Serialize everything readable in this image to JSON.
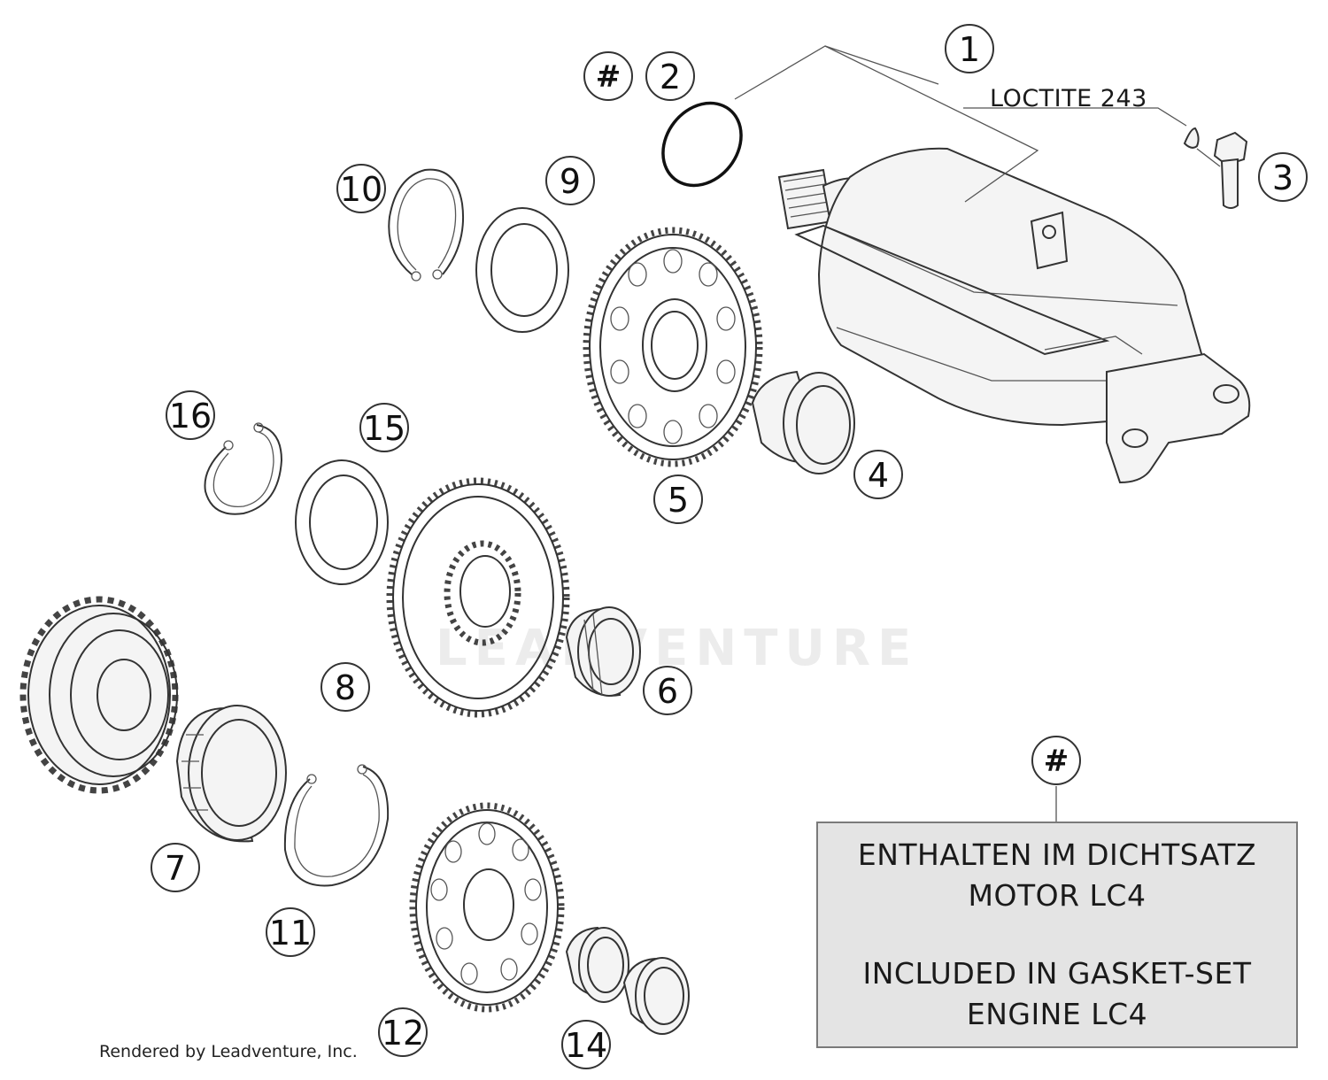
{
  "diagram": {
    "callouts": [
      {
        "id": "1",
        "label": "1"
      },
      {
        "id": "2",
        "label": "2"
      },
      {
        "id": "3",
        "label": "3"
      },
      {
        "id": "4",
        "label": "4"
      },
      {
        "id": "5",
        "label": "5"
      },
      {
        "id": "6",
        "label": "6"
      },
      {
        "id": "7",
        "label": "7"
      },
      {
        "id": "8",
        "label": "8"
      },
      {
        "id": "9",
        "label": "9"
      },
      {
        "id": "10",
        "label": "10"
      },
      {
        "id": "11",
        "label": "11"
      },
      {
        "id": "12",
        "label": "12"
      },
      {
        "id": "14",
        "label": "14"
      },
      {
        "id": "15",
        "label": "15"
      },
      {
        "id": "16",
        "label": "16"
      }
    ],
    "gasket_marker": "#",
    "loctite_label": "LOCTITE 243",
    "note": {
      "marker": "#",
      "line1": "ENTHALTEN IM DICHTSATZ",
      "line2": "MOTOR LC4",
      "line3": "INCLUDED IN GASKET-SET",
      "line4": "ENGINE LC4"
    },
    "credit": "Rendered by Leadventure, Inc.",
    "watermark": "LEADVENTURE"
  }
}
